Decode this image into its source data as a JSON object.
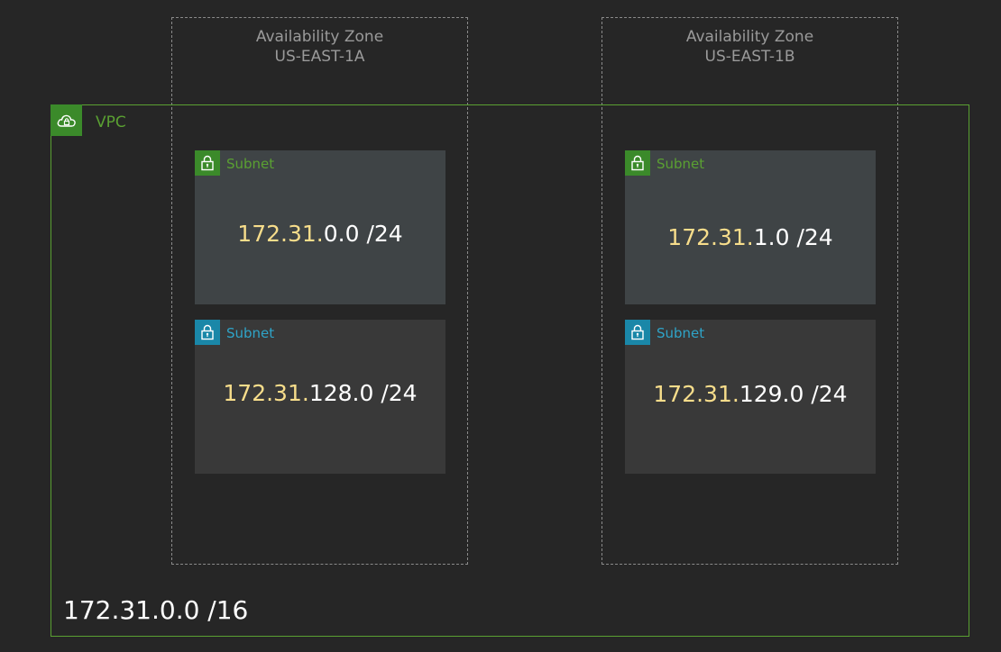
{
  "availability_zones": [
    {
      "title": "Availability Zone",
      "name": "US-EAST-1A"
    },
    {
      "title": "Availability Zone",
      "name": "US-EAST-1B"
    }
  ],
  "vpc": {
    "label": "VPC",
    "cidr": "172.31.0.0 /16",
    "icon": "vpc-cloud-lock-icon",
    "color": "#5aa032"
  },
  "subnets": [
    {
      "label": "Subnet",
      "prefix": "172.31.",
      "suffix": "0.0 /24",
      "type": "public",
      "color": "#5aa032"
    },
    {
      "label": "Subnet",
      "prefix": "172.31.",
      "suffix": "1.0 /24",
      "type": "public",
      "color": "#5aa032"
    },
    {
      "label": "Subnet",
      "prefix": "172.31.",
      "suffix": "128.0 /24",
      "type": "private",
      "color": "#2fa4c8"
    },
    {
      "label": "Subnet",
      "prefix": "172.31.",
      "suffix": "129.0 /24",
      "type": "private",
      "color": "#2fa4c8"
    }
  ],
  "colors": {
    "background": "#262626",
    "cidr_prefix": "#f7dd8b",
    "az_border": "#8a8a8a"
  }
}
